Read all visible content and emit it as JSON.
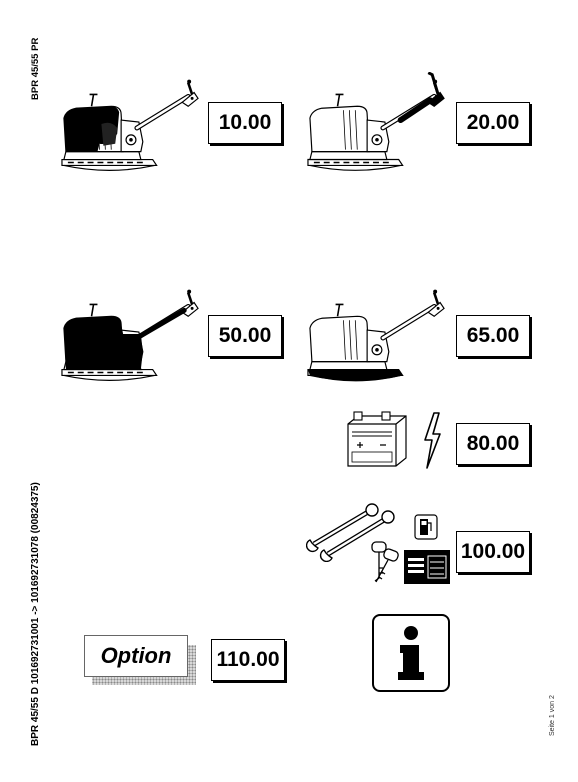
{
  "side": {
    "title": "BPR 45/55 PR",
    "model": "BPR 45/55 D 101692731001 -> 101692731078 (00824375)",
    "page": "Seite 1 von 2"
  },
  "codes": [
    "10.00",
    "20.00",
    "50.00",
    "65.00",
    "80.00",
    "100.00",
    "110.00"
  ],
  "option_label": "Option",
  "icons": {
    "machine_1": "compactor-engine-highlighted-icon",
    "machine_2": "compactor-handle-highlighted-icon",
    "machine_3": "compactor-body-highlighted-icon",
    "machine_4": "compactor-baseplate-highlighted-icon",
    "battery": "battery-icon",
    "lightning": "lightning-bolt-icon",
    "tools": "wrench-tools-icon",
    "keys": "keys-icon",
    "fuel": "fuel-pump-icon",
    "nameplate": "nameplate-icon",
    "info": "information-icon"
  }
}
